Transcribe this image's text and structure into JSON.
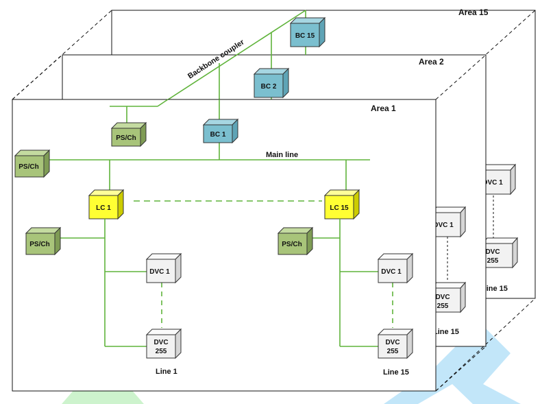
{
  "areas": {
    "area15": "Area 15",
    "area2": "Area 2",
    "area1": "Area 1"
  },
  "labels": {
    "backbone_coupler": "Backbone coupler",
    "main_line": "Main line"
  },
  "devices": {
    "bc15": "BC 15",
    "bc2": "BC 2",
    "bc1": "BC 1",
    "ps_ch": "PS/Ch",
    "lc1": "LC 1",
    "lc15": "LC 15",
    "dvc1": "DVC 1",
    "dvc255_line1": "DVC",
    "dvc255_line2": "255"
  },
  "lines": {
    "line1": "Line 1",
    "line15": "Line 15"
  },
  "colors": {
    "backbone": "#7bbfcf",
    "ps": "#a8c47a",
    "lc": "#ffff33",
    "dvc": "#f2f2f2",
    "link": "#5fb33a",
    "watermark_blue": "#4fb8ee",
    "watermark_green": "#6fdc6f"
  }
}
